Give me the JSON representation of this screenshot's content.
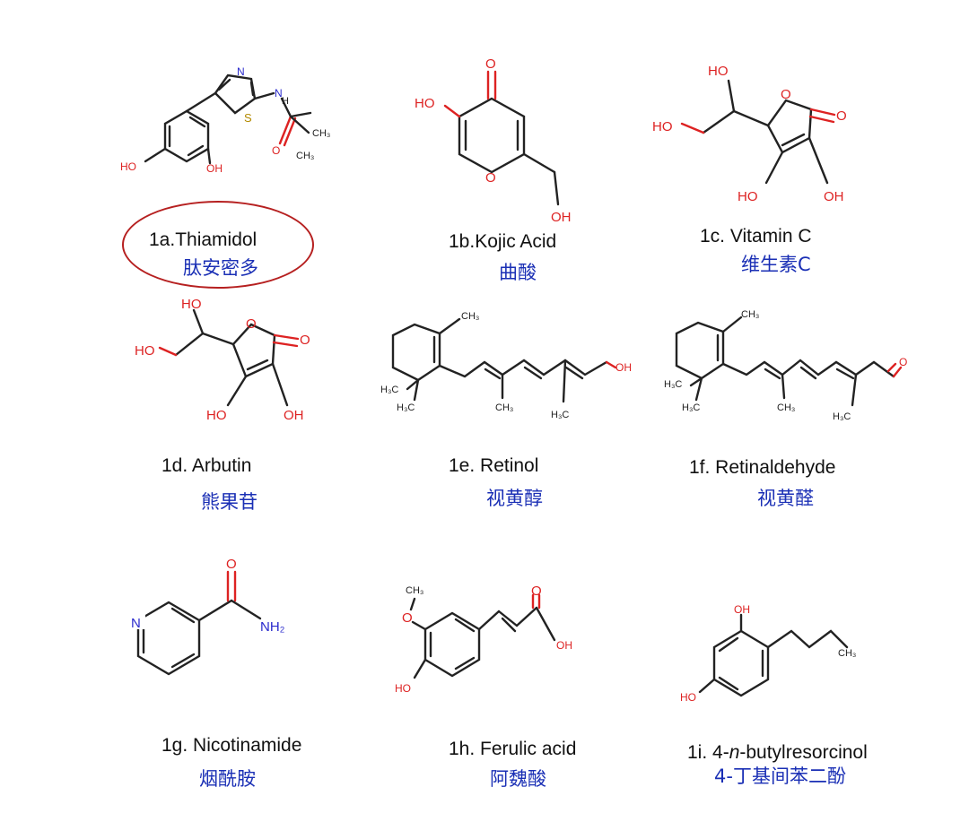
{
  "compounds": [
    {
      "id": "1a",
      "name": "1a.Thiamidol",
      "name_cn": "肽安密多",
      "highlighted": true
    },
    {
      "id": "1b",
      "name": "1b.Kojic Acid",
      "name_cn": "曲酸"
    },
    {
      "id": "1c",
      "name": "1c. Vitamin C",
      "name_cn": "维生素C"
    },
    {
      "id": "1d",
      "name": "1d. Arbutin",
      "name_cn": "熊果苷"
    },
    {
      "id": "1e",
      "name": "1e. Retinol",
      "name_cn": "视黄醇"
    },
    {
      "id": "1f",
      "name": "1f. Retinaldehyde",
      "name_cn": "视黄醛"
    },
    {
      "id": "1g",
      "name": "1g. Nicotinamide",
      "name_cn": "烟酰胺"
    },
    {
      "id": "1h",
      "name": "1h. Ferulic acid",
      "name_cn": "阿魏酸"
    },
    {
      "id": "1i",
      "name_parts": [
        "1i. 4-",
        "n",
        "-butylresorcinol"
      ],
      "name_cn": "4-丁基间苯二酚"
    }
  ],
  "atom_labels": {
    "ho": "HO",
    "oh": "OH",
    "o": "O",
    "n": "N",
    "s": "S",
    "ch3": "CH₃",
    "h3c": "H₃C",
    "nh2": "NH₂"
  },
  "colors": {
    "heteroatom_oxygen": "#d22222",
    "heteroatom_nitrogen": "#2a2acc",
    "heteroatom_sulfur": "#b38a00",
    "label_cn": "#1a2fb5",
    "highlight": "#b62020"
  }
}
